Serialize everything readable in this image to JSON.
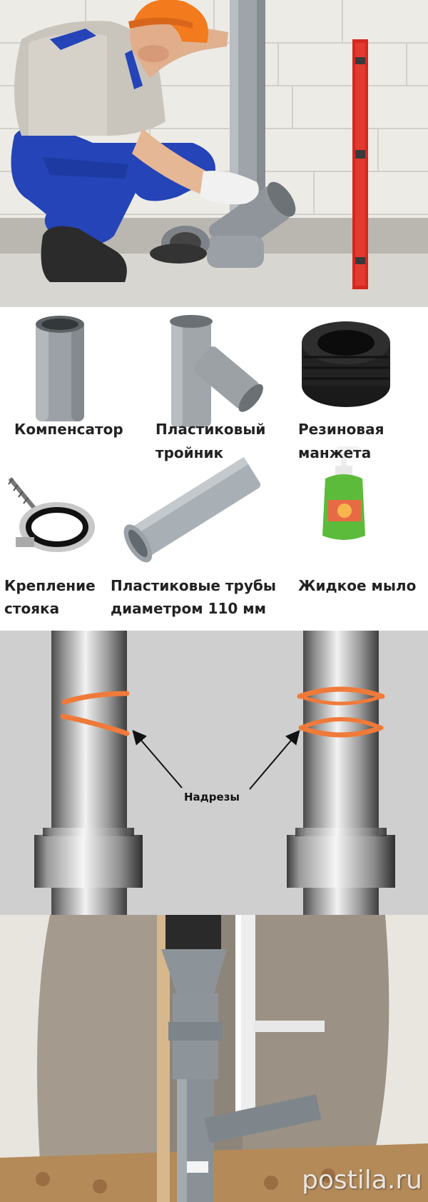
{
  "items": {
    "compensator": "Компенсатор",
    "tee_line1": "Пластиковый",
    "tee_line2": "тройник",
    "cuff_line1": "Резиновая",
    "cuff_line2": "манжета",
    "clamp_line1": "Крепление",
    "clamp_line2": "стояка",
    "pipes_line1": "Пластиковые трубы",
    "pipes_line2": "диаметром 110 мм",
    "soap": "Жидкое мыло"
  },
  "diagram": {
    "cuts_label": "Надрезы"
  },
  "watermark": {
    "text": "postila.ru"
  },
  "colors": {
    "cut_marks": "#f07a3a",
    "pipe_gray": "#9ea4a9",
    "overalls_blue": "#2444b8",
    "hardhat_orange": "#f37a1d",
    "level_red": "#d6271e"
  }
}
